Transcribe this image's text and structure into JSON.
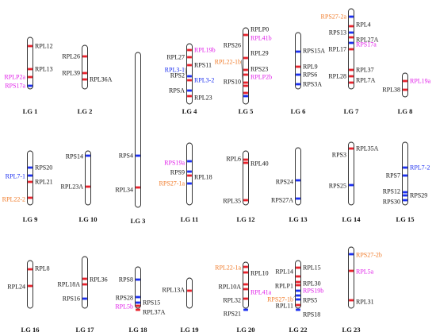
{
  "colors": {
    "red": "#e8212b",
    "blue": "#1a2ef0",
    "magenta": "#e020e8",
    "orange": "#f07a28",
    "black": "#111111"
  },
  "linkage_groups": [
    {
      "name": "LG 1",
      "genes": [
        {
          "label": "RPL12",
          "band": "red",
          "label_color": "black",
          "side": "right"
        },
        {
          "label": "RPL13",
          "band": "red",
          "label_color": "black",
          "side": "right"
        },
        {
          "label": "RPLP2a",
          "band": "red",
          "label_color": "magenta",
          "side": "left"
        },
        {
          "label": "RPS17a",
          "band": "blue",
          "label_color": "magenta",
          "side": "left"
        }
      ]
    },
    {
      "name": "LG 2",
      "genes": [
        {
          "label": "RPL26",
          "band": "red",
          "label_color": "black",
          "side": "left"
        },
        {
          "label": "RPL39",
          "band": "red",
          "label_color": "black",
          "side": "left"
        },
        {
          "label": "RPL36A",
          "band": "red",
          "label_color": "black",
          "side": "right"
        }
      ]
    },
    {
      "name": "LG 3",
      "genes": [
        {
          "label": "RPS4",
          "band": "blue",
          "label_color": "black",
          "side": "left"
        },
        {
          "label": "RPL34",
          "band": "red",
          "label_color": "black",
          "side": "left"
        }
      ]
    },
    {
      "name": "LG 4",
      "genes": [
        {
          "label": "RPL19b",
          "band": "red",
          "label_color": "magenta",
          "side": "right"
        },
        {
          "label": "RPL27",
          "band": "red",
          "label_color": "black",
          "side": "left"
        },
        {
          "label": "RPS11",
          "band": "red",
          "label_color": "black",
          "side": "right"
        },
        {
          "label": "RPL3-1",
          "band": "blue",
          "label_color": "blue",
          "side": "left"
        },
        {
          "label": "RPS2",
          "band": "red",
          "label_color": "black",
          "side": "left"
        },
        {
          "label": "RPL3-2",
          "band": "blue",
          "label_color": "blue",
          "side": "right"
        },
        {
          "label": "RPSA",
          "band": "red",
          "label_color": "black",
          "side": "left"
        },
        {
          "label": "RPL23",
          "band": "red",
          "label_color": "black",
          "side": "right"
        }
      ]
    },
    {
      "name": "LG 5",
      "genes": [
        {
          "label": "RPLP0",
          "band": "red",
          "label_color": "black",
          "side": "right"
        },
        {
          "label": "RPL41b",
          "band": "red",
          "label_color": "magenta",
          "side": "right"
        },
        {
          "label": "RPS26",
          "band": "red",
          "label_color": "black",
          "side": "left"
        },
        {
          "label": "RPL29",
          "band": "red",
          "label_color": "black",
          "side": "right"
        },
        {
          "label": "RPL22-1b",
          "band": "red",
          "label_color": "orange",
          "side": "left"
        },
        {
          "label": "RPS23",
          "band": "red",
          "label_color": "black",
          "side": "right"
        },
        {
          "label": "RPLP2b",
          "band": "red",
          "label_color": "magenta",
          "side": "right"
        },
        {
          "label": "RPS10",
          "band": "blue",
          "label_color": "black",
          "side": "left"
        }
      ]
    },
    {
      "name": "LG 6",
      "genes": [
        {
          "label": "RPS15A",
          "band": "blue",
          "label_color": "black",
          "side": "right"
        },
        {
          "label": "RPL9",
          "band": "red",
          "label_color": "black",
          "side": "right"
        },
        {
          "label": "RPS6",
          "band": "blue",
          "label_color": "black",
          "side": "right"
        },
        {
          "label": "RPS3A",
          "band": "blue",
          "label_color": "black",
          "side": "right"
        }
      ]
    },
    {
      "name": "LG 7",
      "genes": [
        {
          "label": "RPS27-2a",
          "band": "blue",
          "label_color": "orange",
          "side": "left"
        },
        {
          "label": "RPL4",
          "band": "red",
          "label_color": "black",
          "side": "right"
        },
        {
          "label": "RPS13",
          "band": "blue",
          "label_color": "black",
          "side": "left"
        },
        {
          "label": "RPL27A",
          "band": "red",
          "label_color": "black",
          "side": "right"
        },
        {
          "label": "RPS17a",
          "band": "blue",
          "label_color": "magenta",
          "side": "right"
        },
        {
          "label": "RPL17",
          "band": "red",
          "label_color": "black",
          "side": "left"
        },
        {
          "label": "RPL37",
          "band": "red",
          "label_color": "black",
          "side": "right"
        },
        {
          "label": "RPL28",
          "band": "red",
          "label_color": "black",
          "side": "left"
        },
        {
          "label": "RPL7A",
          "band": "red",
          "label_color": "black",
          "side": "right"
        }
      ]
    },
    {
      "name": "LG 8",
      "genes": [
        {
          "label": "RPL19a",
          "band": "red",
          "label_color": "magenta",
          "side": "right"
        },
        {
          "label": "RPL38",
          "band": "red",
          "label_color": "black",
          "side": "left"
        }
      ]
    },
    {
      "name": "LG 9",
      "genes": [
        {
          "label": "RPS20",
          "band": "blue",
          "label_color": "black",
          "side": "right"
        },
        {
          "label": "RPL7-1",
          "band": "blue",
          "label_color": "blue",
          "side": "left"
        },
        {
          "label": "RPL21",
          "band": "red",
          "label_color": "black",
          "side": "right"
        },
        {
          "label": "RPL22-2",
          "band": "red",
          "label_color": "orange",
          "side": "left"
        }
      ]
    },
    {
      "name": "LG 10",
      "genes": [
        {
          "label": "RPS14",
          "band": "blue",
          "label_color": "black",
          "side": "left"
        },
        {
          "label": "RPL23A",
          "band": "red",
          "label_color": "black",
          "side": "left"
        }
      ]
    },
    {
      "name": "LG 11",
      "genes": [
        {
          "label": "RPS19a",
          "band": "blue",
          "label_color": "magenta",
          "side": "left"
        },
        {
          "label": "RPS9",
          "band": "blue",
          "label_color": "black",
          "side": "left"
        },
        {
          "label": "RPL18",
          "band": "red",
          "label_color": "black",
          "side": "right"
        },
        {
          "label": "RPS27-1a",
          "band": "blue",
          "label_color": "orange",
          "side": "left"
        }
      ]
    },
    {
      "name": "LG 12",
      "genes": [
        {
          "label": "RPL6",
          "band": "red",
          "label_color": "black",
          "side": "left"
        },
        {
          "label": "RPL40",
          "band": "red",
          "label_color": "black",
          "side": "right"
        },
        {
          "label": "RPL35",
          "band": "red",
          "label_color": "black",
          "side": "left"
        }
      ]
    },
    {
      "name": "LG 13",
      "genes": [
        {
          "label": "RPS24",
          "band": "blue",
          "label_color": "black",
          "side": "left"
        },
        {
          "label": "RPS27A",
          "band": "blue",
          "label_color": "black",
          "side": "left"
        }
      ]
    },
    {
      "name": "LG 14",
      "genes": [
        {
          "label": "RPL35A",
          "band": "red",
          "label_color": "black",
          "side": "right"
        },
        {
          "label": "RPS3",
          "band": "blue",
          "label_color": "black",
          "side": "left"
        },
        {
          "label": "RPS25",
          "band": "blue",
          "label_color": "black",
          "side": "left"
        }
      ]
    },
    {
      "name": "LG 15",
      "genes": [
        {
          "label": "RPL7-2",
          "band": "blue",
          "label_color": "blue",
          "side": "right"
        },
        {
          "label": "RPS7",
          "band": "blue",
          "label_color": "black",
          "side": "left"
        },
        {
          "label": "RPS12",
          "band": "blue",
          "label_color": "black",
          "side": "left"
        },
        {
          "label": "RPS29",
          "band": "blue",
          "label_color": "black",
          "side": "right"
        },
        {
          "label": "RPS30",
          "band": "blue",
          "label_color": "black",
          "side": "left"
        }
      ]
    },
    {
      "name": "LG 16",
      "genes": [
        {
          "label": "RPL8",
          "band": "red",
          "label_color": "black",
          "side": "right"
        },
        {
          "label": "RPL24",
          "band": "red",
          "label_color": "black",
          "side": "left"
        }
      ]
    },
    {
      "name": "LG 17",
      "genes": [
        {
          "label": "RPL36",
          "band": "red",
          "label_color": "black",
          "side": "right"
        },
        {
          "label": "RPL18A",
          "band": "red",
          "label_color": "black",
          "side": "left"
        },
        {
          "label": "RPS16",
          "band": "blue",
          "label_color": "black",
          "side": "left"
        }
      ]
    },
    {
      "name": "LG 18",
      "genes": [
        {
          "label": "RPS8",
          "band": "blue",
          "label_color": "black",
          "side": "left"
        },
        {
          "label": "RPS28",
          "band": "blue",
          "label_color": "black",
          "side": "left"
        },
        {
          "label": "RPS15",
          "band": "blue",
          "label_color": "black",
          "side": "right"
        },
        {
          "label": "RPL5b",
          "band": "red",
          "label_color": "magenta",
          "side": "left"
        },
        {
          "label": "RPL37A",
          "band": "red",
          "label_color": "black",
          "side": "right"
        }
      ]
    },
    {
      "name": "LG 19",
      "genes": [
        {
          "label": "RPL13A",
          "band": "red",
          "label_color": "black",
          "side": "left"
        }
      ]
    },
    {
      "name": "LG 20",
      "genes": [
        {
          "label": "RPL22-1a",
          "band": "red",
          "label_color": "orange",
          "side": "left"
        },
        {
          "label": "RPL10",
          "band": "red",
          "label_color": "black",
          "side": "right"
        },
        {
          "label": "RPL10A",
          "band": "red",
          "label_color": "black",
          "side": "left"
        },
        {
          "label": "RPL41a",
          "band": "red",
          "label_color": "magenta",
          "side": "right"
        },
        {
          "label": "RPL32",
          "band": "red",
          "label_color": "black",
          "side": "left"
        },
        {
          "label": "RPS21",
          "band": "blue",
          "label_color": "black",
          "side": "left"
        }
      ]
    },
    {
      "name": "LG 22",
      "genes": [
        {
          "label": "RPL15",
          "band": "red",
          "label_color": "black",
          "side": "right"
        },
        {
          "label": "RPL14",
          "band": "red",
          "label_color": "black",
          "side": "left"
        },
        {
          "label": "RPL30",
          "band": "red",
          "label_color": "black",
          "side": "right"
        },
        {
          "label": "RPLP1",
          "band": "red",
          "label_color": "black",
          "side": "left"
        },
        {
          "label": "RPS19b",
          "band": "blue",
          "label_color": "magenta",
          "side": "right"
        },
        {
          "label": "RPS27-1b",
          "band": "blue",
          "label_color": "orange",
          "side": "left"
        },
        {
          "label": "RPS5",
          "band": "blue",
          "label_color": "black",
          "side": "right"
        },
        {
          "label": "RPL11",
          "band": "red",
          "label_color": "black",
          "side": "left"
        },
        {
          "label": "RPS18",
          "band": "blue",
          "label_color": "black",
          "side": "right"
        }
      ]
    },
    {
      "name": "LG 23",
      "genes": [
        {
          "label": "RPS27-2b",
          "band": "blue",
          "label_color": "orange",
          "side": "right"
        },
        {
          "label": "RPL5a",
          "band": "red",
          "label_color": "magenta",
          "side": "right"
        },
        {
          "label": "RPL31",
          "band": "red",
          "label_color": "black",
          "side": "right"
        }
      ]
    }
  ]
}
